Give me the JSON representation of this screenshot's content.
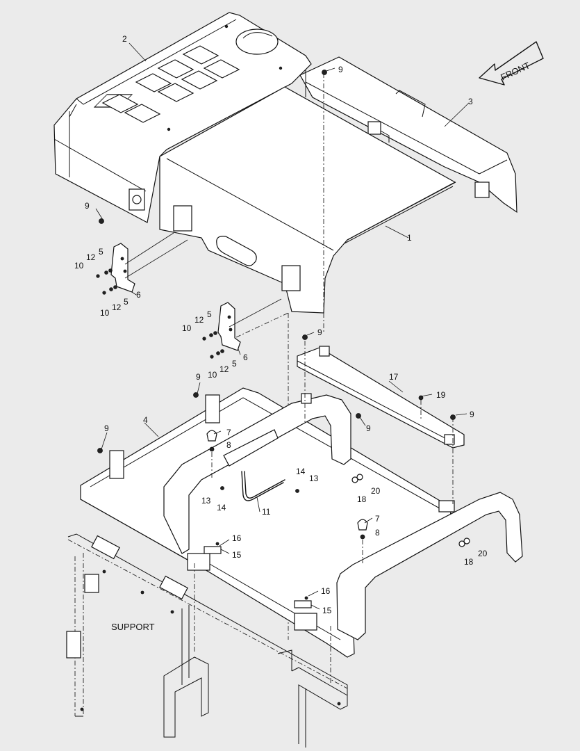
{
  "labels": {
    "front": "FRONT",
    "support": "SUPPORT"
  },
  "callouts": [
    {
      "id": "c1",
      "text": "1"
    },
    {
      "id": "c2",
      "text": "2"
    },
    {
      "id": "c3",
      "text": "3"
    },
    {
      "id": "c4",
      "text": "4"
    },
    {
      "id": "c5a",
      "text": "5"
    },
    {
      "id": "c5b",
      "text": "5"
    },
    {
      "id": "c5c",
      "text": "5"
    },
    {
      "id": "c5d",
      "text": "5"
    },
    {
      "id": "c6a",
      "text": "6"
    },
    {
      "id": "c6b",
      "text": "6"
    },
    {
      "id": "c7a",
      "text": "7"
    },
    {
      "id": "c7b",
      "text": "7"
    },
    {
      "id": "c8a",
      "text": "8"
    },
    {
      "id": "c8b",
      "text": "8"
    },
    {
      "id": "c9a",
      "text": "9"
    },
    {
      "id": "c9b",
      "text": "9"
    },
    {
      "id": "c9c",
      "text": "9"
    },
    {
      "id": "c9d",
      "text": "9"
    },
    {
      "id": "c9e",
      "text": "9"
    },
    {
      "id": "c9f",
      "text": "9"
    },
    {
      "id": "c9g",
      "text": "9"
    },
    {
      "id": "c10a",
      "text": "10"
    },
    {
      "id": "c10b",
      "text": "10"
    },
    {
      "id": "c10c",
      "text": "10"
    },
    {
      "id": "c10d",
      "text": "10"
    },
    {
      "id": "c11",
      "text": "11"
    },
    {
      "id": "c12a",
      "text": "12"
    },
    {
      "id": "c12b",
      "text": "12"
    },
    {
      "id": "c12c",
      "text": "12"
    },
    {
      "id": "c12d",
      "text": "12"
    },
    {
      "id": "c13a",
      "text": "13"
    },
    {
      "id": "c13b",
      "text": "13"
    },
    {
      "id": "c14a",
      "text": "14"
    },
    {
      "id": "c14b",
      "text": "14"
    },
    {
      "id": "c15a",
      "text": "15"
    },
    {
      "id": "c15b",
      "text": "15"
    },
    {
      "id": "c16a",
      "text": "16"
    },
    {
      "id": "c16b",
      "text": "16"
    },
    {
      "id": "c17",
      "text": "17"
    },
    {
      "id": "c18a",
      "text": "18"
    },
    {
      "id": "c18b",
      "text": "18"
    },
    {
      "id": "c19",
      "text": "19"
    },
    {
      "id": "c20a",
      "text": "20"
    },
    {
      "id": "c20b",
      "text": "20"
    }
  ]
}
